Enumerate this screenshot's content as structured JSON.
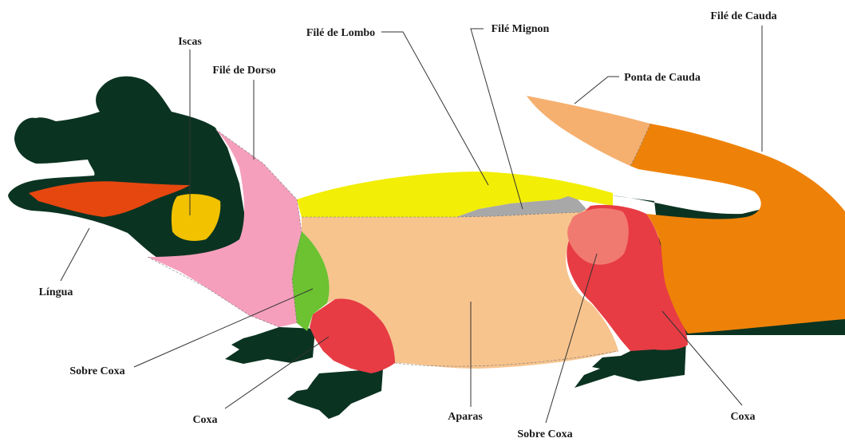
{
  "labels": {
    "iscas": "Iscas",
    "file_dorso": "Filé de Dorso",
    "file_lombo": "Filé de Lombo",
    "file_mignon": "Filé Mignon",
    "file_cauda": "Filé de Cauda",
    "ponta_cauda": "Ponta de Cauda",
    "lingua": "Língua",
    "sobre_coxa_front": "Sobre Coxa",
    "coxa_front": "Coxa",
    "aparas": "Aparas",
    "sobre_coxa_rear": "Sobre Coxa",
    "coxa_rear": "Coxa"
  },
  "colors": {
    "skin": "#0b3322",
    "tongue": "#e6470f",
    "iscas": "#f2c200",
    "file_dorso": "#f59fbd",
    "file_lombo": "#f2ee05",
    "file_mignon": "#a8a8a8",
    "aparas": "#f7c48e",
    "sobre_coxa_front": "#6cc231",
    "coxa": "#e73c44",
    "sobre_coxa_rear": "#f17a70",
    "file_cauda": "#ee8208",
    "ponta_cauda": "#f5b070"
  }
}
